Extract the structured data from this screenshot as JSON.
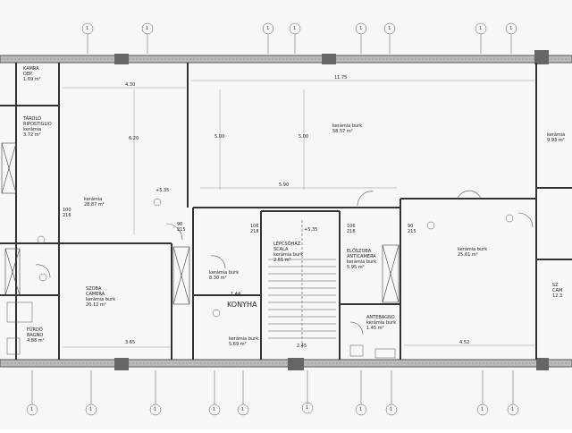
{
  "plan": {
    "rooms": [
      {
        "id": "kamra",
        "name": "KAMRA",
        "name2": "DEP.",
        "finish": "",
        "area": "1.69 m²"
      },
      {
        "id": "tarolo",
        "name": "TÁROLÓ",
        "name2": "RIPOSTIGLIO",
        "finish": "kerámia",
        "area": "3.72 m²"
      },
      {
        "id": "nappali",
        "name": "",
        "name2": "",
        "finish": "kerámia",
        "area": "28.87 m²"
      },
      {
        "id": "big-room",
        "name": "",
        "name2": "",
        "finish": "kerámia burk",
        "area": "58.57 m²"
      },
      {
        "id": "right-top",
        "name": "",
        "name2": "",
        "finish": "kerámia",
        "area": "9.93 m²"
      },
      {
        "id": "szoba",
        "name": "SZOBA",
        "name2": "CAMERA",
        "finish": "kerámia burk",
        "area": "20.12 m²"
      },
      {
        "id": "kozlekedo",
        "name": "",
        "name2": "",
        "finish": "kerámia burk",
        "area": "8.30 m²"
      },
      {
        "id": "konyha",
        "name": "KONYHA",
        "name2": "",
        "finish": "kerámia burk",
        "area": "5.69 m²"
      },
      {
        "id": "lepcsohaz",
        "name": "LÉPCSŐHÁZ",
        "name2": "SCALA",
        "finish": "kerámia burk",
        "area": "2.61 m²"
      },
      {
        "id": "eloszoba",
        "name": "ELŐSZOBA",
        "name2": "ANTICAMERA",
        "finish": "kerámia burk",
        "area": "5.95 m²"
      },
      {
        "id": "antebagno",
        "name": "ANTEBAGNO",
        "name2": "",
        "finish": "kerámia burk",
        "area": "1.45 m²"
      },
      {
        "id": "right-mid",
        "name": "",
        "name2": "",
        "finish": "kerámia burk",
        "area": "25.61 m²"
      },
      {
        "id": "furdo",
        "name": "FÜRDŐ",
        "name2": "BAGNO",
        "finish": "",
        "area": "4.88 m²"
      },
      {
        "id": "right-bottom",
        "name": "SZ",
        "name2": "CAM",
        "finish": "",
        "area": "12.3"
      }
    ],
    "dimensions": [
      "4.30",
      "6.20",
      "5.00",
      "5.00",
      "11.75",
      "5.90",
      "+5.35",
      "+5.35",
      "3.65",
      "4.52",
      "2.45",
      "1.44"
    ],
    "doors": [
      "90 215",
      "106 218",
      "90 215",
      "100 216",
      "106 218"
    ],
    "axis_marker": "1"
  }
}
